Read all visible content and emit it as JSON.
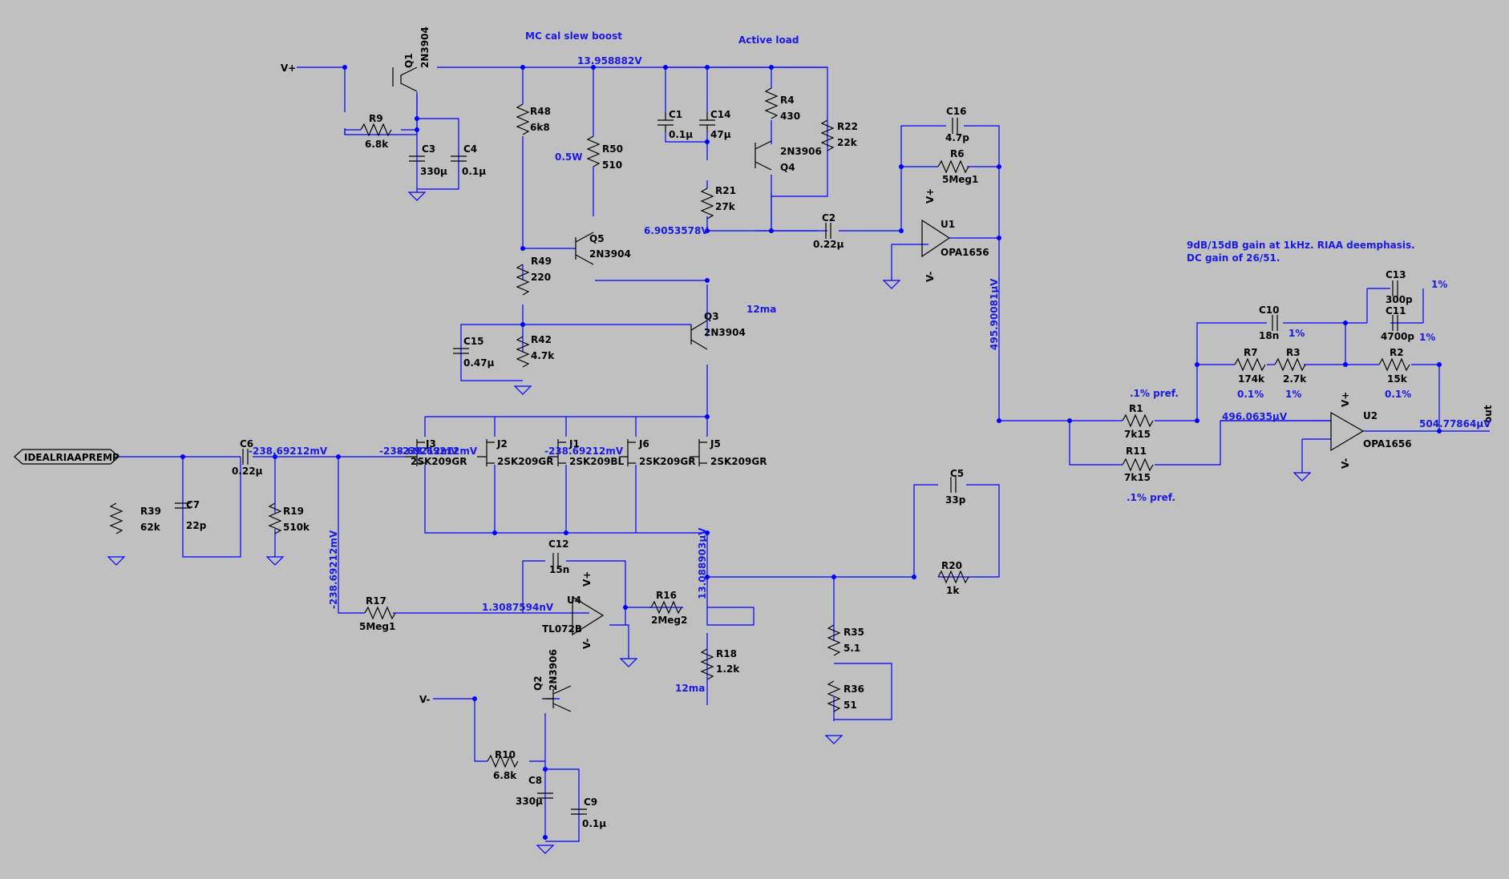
{
  "notes": {
    "slew_boost": "MC cal slew boost",
    "active_load": "Active load",
    "gain_line1": "9dB/15dB gain at 1kHz. RIAA deemphasis.",
    "gain_line2": "DC gain of 26/51.",
    "q3_current": "12ma",
    "q2_current": "12ma",
    "r50_power": "0.5W",
    "pct_c13": "1%",
    "pct_c10": "1%",
    "pct_c11": "1%",
    "pct_r7": "0.1%",
    "pct_r3": "1%",
    "pct_r2": "0.1%",
    "pref_r1": ".1% pref.",
    "pref_r11": ".1% pref."
  },
  "nets": {
    "vplus": "V+",
    "vminus": "V-",
    "input_port": "IDEALRIAAPREMP",
    "output_port": "out"
  },
  "voltages": {
    "rail": "13.958882V",
    "q3_collector": "6.9053578V",
    "gate_node": "-238.69212mV",
    "gate_j3": "-238.69212mV",
    "gate_j1": "-238.69212mV",
    "gate_overlap": "-238.69212mV",
    "servo_in": "-238.69212mV",
    "servo_out": "1.3087594nV",
    "source_node": "13.088903µV",
    "u1_out": "495.90081µV",
    "u2_in": "496.0635µV",
    "u2_out": "504.77864µV"
  },
  "components": {
    "Q1": {
      "ref": "Q1",
      "value": "2N3904"
    },
    "Q2": {
      "ref": "Q2",
      "value": "2N3906"
    },
    "Q3": {
      "ref": "Q3",
      "value": "2N3904"
    },
    "Q4": {
      "ref": "Q4",
      "value": "2N3906"
    },
    "Q5": {
      "ref": "Q5",
      "value": "2N3904"
    },
    "R9": {
      "ref": "R9",
      "value": "6.8k"
    },
    "R10": {
      "ref": "R10",
      "value": "6.8k"
    },
    "R48": {
      "ref": "R48",
      "value": "6k8"
    },
    "R50": {
      "ref": "R50",
      "value": "510"
    },
    "R49": {
      "ref": "R49",
      "value": "220"
    },
    "R42": {
      "ref": "R42",
      "value": "4.7k"
    },
    "R4": {
      "ref": "R4",
      "value": "430"
    },
    "R22": {
      "ref": "R22",
      "value": "22k"
    },
    "R21": {
      "ref": "R21",
      "value": "27k"
    },
    "R6": {
      "ref": "R6",
      "value": "5Meg1"
    },
    "R39": {
      "ref": "R39",
      "value": "62k"
    },
    "R19": {
      "ref": "R19",
      "value": "510k"
    },
    "R17": {
      "ref": "R17",
      "value": "5Meg1"
    },
    "R16": {
      "ref": "R16",
      "value": "2Meg2"
    },
    "R18": {
      "ref": "R18",
      "value": "1.2k"
    },
    "R20": {
      "ref": "R20",
      "value": "1k"
    },
    "R35": {
      "ref": "R35",
      "value": "5.1"
    },
    "R36": {
      "ref": "R36",
      "value": "51"
    },
    "R1": {
      "ref": "R1",
      "value": "7k15"
    },
    "R11": {
      "ref": "R11",
      "value": "7k15"
    },
    "R7": {
      "ref": "R7",
      "value": "174k"
    },
    "R3": {
      "ref": "R3",
      "value": "2.7k"
    },
    "R2": {
      "ref": "R2",
      "value": "15k"
    },
    "C1": {
      "ref": "C1",
      "value": "0.1µ"
    },
    "C2": {
      "ref": "C2",
      "value": "0.22µ"
    },
    "C3": {
      "ref": "C3",
      "value": "330µ"
    },
    "C4": {
      "ref": "C4",
      "value": "0.1µ"
    },
    "C5": {
      "ref": "C5",
      "value": "33p"
    },
    "C6": {
      "ref": "C6",
      "value": "0.22µ"
    },
    "C7": {
      "ref": "C7",
      "value": "22p"
    },
    "C8": {
      "ref": "C8",
      "value": "330µ"
    },
    "C9": {
      "ref": "C9",
      "value": "0.1µ"
    },
    "C10": {
      "ref": "C10",
      "value": "18n"
    },
    "C11": {
      "ref": "C11",
      "value": "4700p"
    },
    "C12": {
      "ref": "C12",
      "value": "15n"
    },
    "C13": {
      "ref": "C13",
      "value": "300p"
    },
    "C14": {
      "ref": "C14",
      "value": "47µ"
    },
    "C15": {
      "ref": "C15",
      "value": "0.47µ"
    },
    "C16": {
      "ref": "C16",
      "value": "4.7p"
    },
    "J1": {
      "ref": "J1",
      "value": "2SK209BL"
    },
    "J2": {
      "ref": "J2",
      "value": "2SK209GR"
    },
    "J3": {
      "ref": "J3",
      "value": "2SK209GR"
    },
    "J5": {
      "ref": "J5",
      "value": "2SK209GR"
    },
    "J6": {
      "ref": "J6",
      "value": "2SK209GR"
    },
    "U1": {
      "ref": "U1",
      "value": "OPA1656"
    },
    "U2": {
      "ref": "U2",
      "value": "OPA1656"
    },
    "U4": {
      "ref": "U4",
      "value": "TL072B"
    }
  }
}
